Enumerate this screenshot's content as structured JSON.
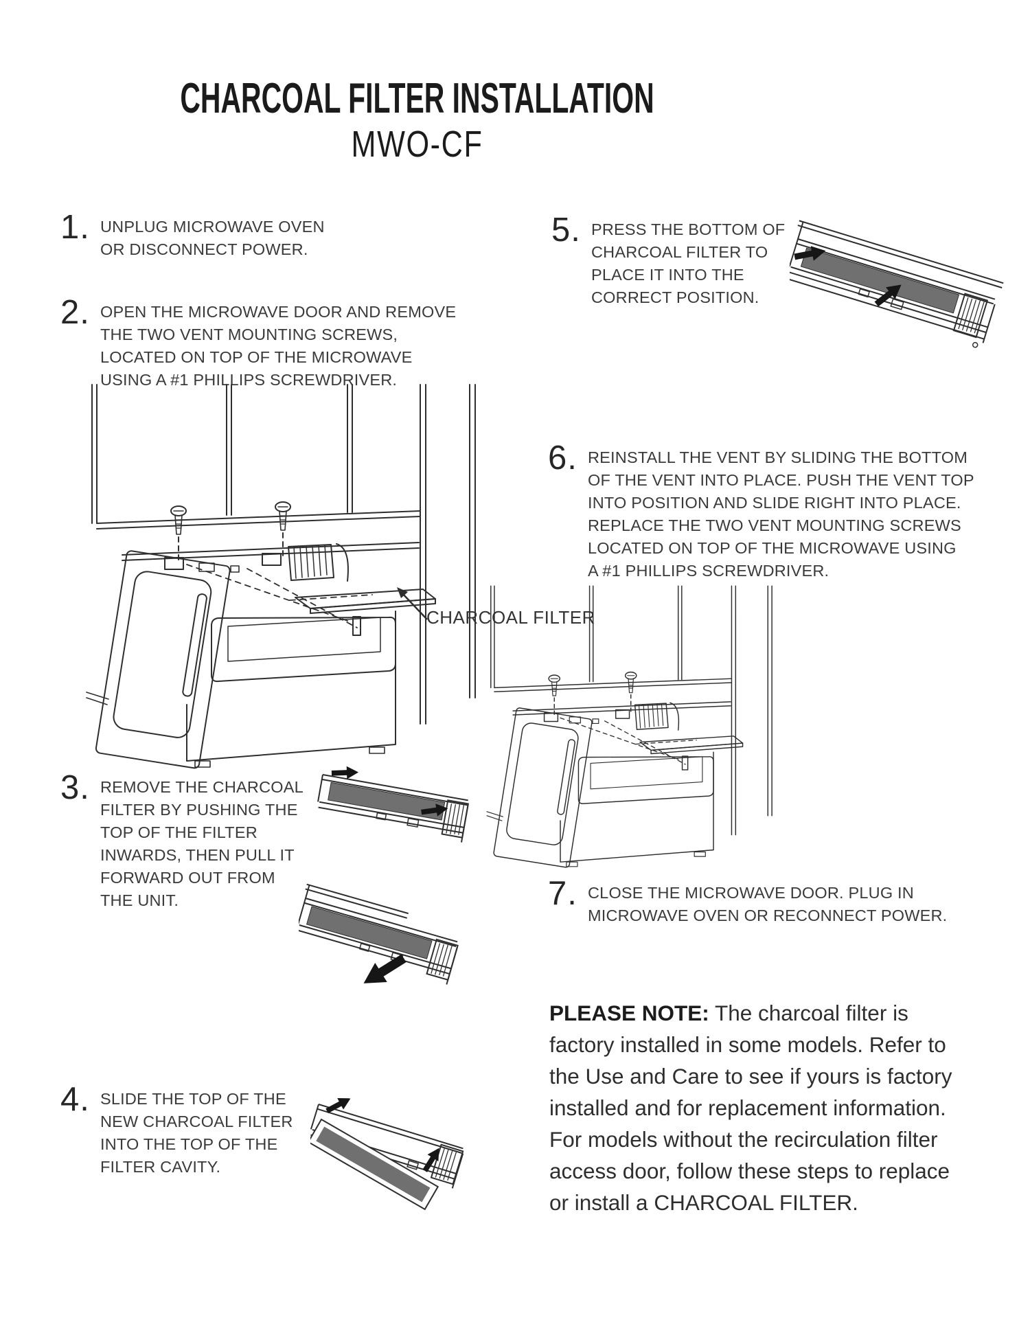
{
  "page": {
    "title": "CHARCOAL FILTER INSTALLATION",
    "subtitle": "MWO-CF"
  },
  "steps": [
    {
      "number": "1.",
      "text": "UNPLUG MICROWAVE OVEN\nOR DISCONNECT POWER."
    },
    {
      "number": "2.",
      "text": "OPEN THE MICROWAVE DOOR AND REMOVE\nTHE TWO  VENT MOUNTING SCREWS,\nLOCATED ON TOP OF THE  MICROWAVE\nUSING A #1 PHILLIPS SCREWDRIVER."
    },
    {
      "number": "3.",
      "text": "REMOVE THE CHARCOAL\nFILTER BY PUSHING THE\nTOP OF THE FILTER\nINWARDS, THEN PULL IT\nFORWARD OUT FROM\nTHE UNIT."
    },
    {
      "number": "4.",
      "text": "SLIDE THE TOP OF THE\nNEW CHARCOAL FILTER\nINTO THE  TOP OF THE\nFILTER CAVITY."
    },
    {
      "number": "5.",
      "text": "PRESS THE BOTTOM OF\nCHARCOAL FILTER TO\nPLACE IT  INTO THE\nCORRECT POSITION."
    },
    {
      "number": "6.",
      "text": "REINSTALL THE VENT BY SLIDING THE BOTTOM\nOF THE  VENT INTO PLACE. PUSH THE VENT TOP\nINTO POSITION  AND SLIDE RIGHT INTO PLACE.\nREPLACE THE TWO VENT MOUNTING SCREWS\nLOCATED ON TOP OF THE MICROWAVE  USING\nA #1 PHILLIPS SCREWDRIVER."
    },
    {
      "number": "7.",
      "text": "CLOSE THE MICROWAVE DOOR.  PLUG IN\nMICROWAVE OVEN OR RECONNECT POWER."
    }
  ],
  "labels": {
    "charcoal_filter": "CHARCOAL FILTER"
  },
  "note": {
    "heading": "PLEASE NOTE:",
    "body": " The charcoal filter is\nfactory installed in some models. Refer to\nthe Use and Care to see if yours is  factory\ninstalled and for replacement information.\nFor models without the recirculation filter\naccess door, follow these steps to replace\nor install a CHARCOAL FILTER."
  },
  "colors": {
    "ink": "#2e2e2e",
    "text": "#3a3a3a",
    "filter_gray": "#707070",
    "arrow_black": "#161616",
    "background": "#ffffff"
  }
}
